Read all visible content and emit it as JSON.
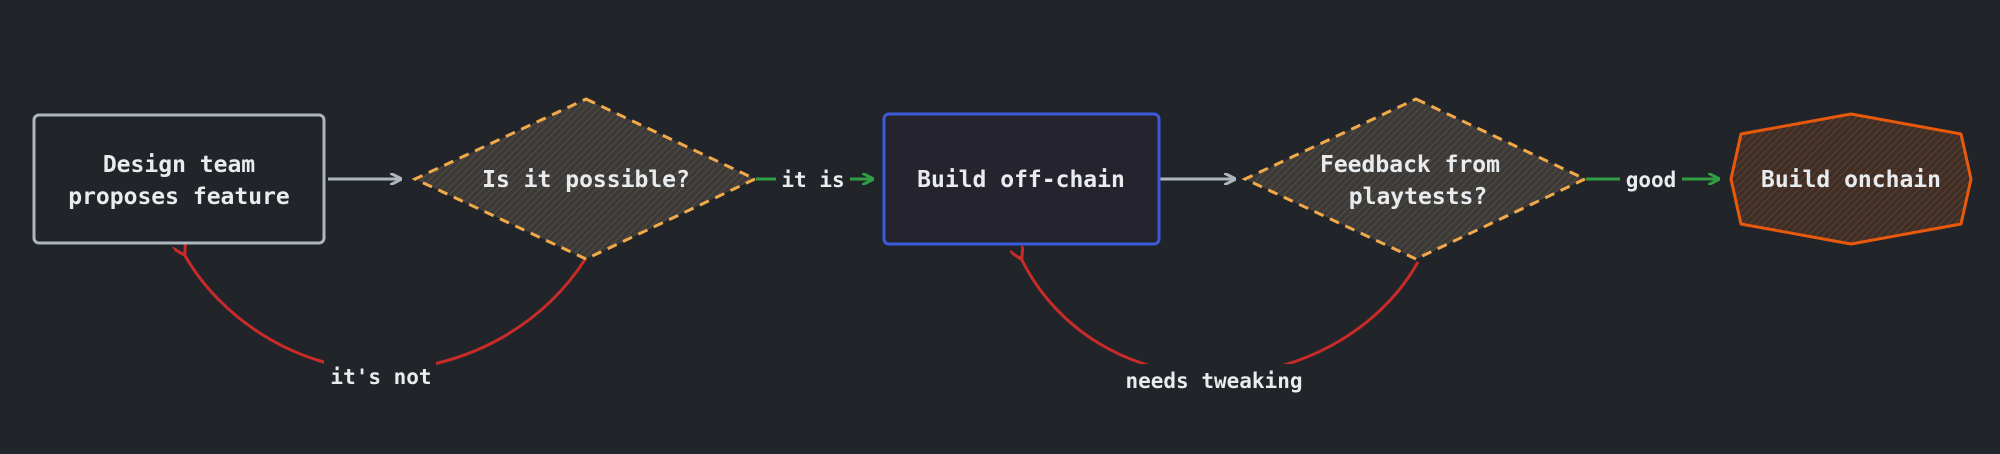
{
  "nodes": {
    "design": {
      "line1": "Design team",
      "line2": "proposes feature"
    },
    "possible": {
      "label": "Is it possible?"
    },
    "offchain": {
      "label": "Build off-chain"
    },
    "feedback": {
      "line1": "Feedback from",
      "line2": "playtests?"
    },
    "onchain": {
      "label": "Build onchain"
    }
  },
  "edges": {
    "it_is": "it is",
    "good": "good",
    "its_not": "it's not",
    "needs_tweaking": "needs tweaking"
  },
  "colors": {
    "background": "#212529",
    "default_stroke": "#adb5bd",
    "offchain_stroke": "#3b5bdb",
    "decision_stroke": "#f2a94a",
    "onchain_stroke": "#e8590c",
    "positive_edge": "#2f9e44",
    "negative_edge": "#c92a2a",
    "neutral_edge": "#adb5bd"
  }
}
